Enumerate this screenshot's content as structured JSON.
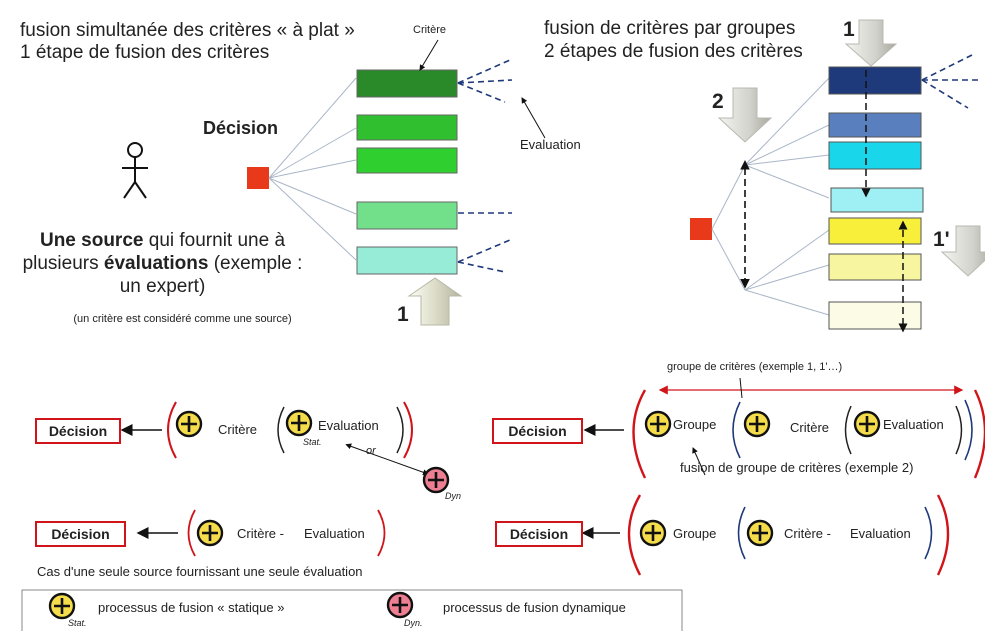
{
  "top_left": {
    "line1": "fusion simultanée des critères « à plat »",
    "line2": "1 étape de fusion des critères",
    "critere_label": "Critère",
    "decision_label": "Décision",
    "evaluation_label": "Evaluation",
    "source_text": {
      "part_bold1": "Une source",
      "part_rest1": " qui fournit une à",
      "part_rest2a": "plusieurs  ",
      "part_bold2": "évaluations",
      "part_rest2b": " (exemple :",
      "line3": "un expert)"
    },
    "note": "(un critère est considéré comme une source)",
    "arrow_number": "1"
  },
  "top_right": {
    "line1": "fusion de critères  par groupes",
    "line2": "2 étapes de fusion des critères",
    "arrow1": "1",
    "arrow2": "2",
    "arrow3": "1'"
  },
  "formulas": {
    "row1_left": {
      "decision": "Décision",
      "critere": "Critère",
      "evaluation": "Evaluation",
      "stat": "Stat.",
      "or": "or",
      "dyn": "Dyn"
    },
    "row1_right": {
      "decision": "Décision",
      "groupe": "Groupe",
      "critere": "Critère",
      "evaluation": "Evaluation",
      "top_note": "groupe de critères (exemple 1, 1'…)",
      "bottom_note": "fusion de groupe de critères (exemple 2)"
    },
    "row2_left": {
      "decision": "Décision",
      "critere": "Critère -",
      "evaluation": "Evaluation",
      "note": "Cas d'une seule source fournissant une seule évaluation"
    },
    "row2_right": {
      "decision": "Décision",
      "groupe": "Groupe",
      "critere": "Critère -",
      "evaluation": "Evaluation"
    }
  },
  "legend": {
    "static_label": "processus de fusion  « statique »",
    "static_sub": "Stat.",
    "dynamic_label": "processus de fusion dynamique",
    "dynamic_sub": "Dyn."
  },
  "colors": {
    "decision_red": "#e8391a",
    "green_dark": "#2a8a2a",
    "green_mid": "#2fbf2f",
    "green_light": "#55d64b",
    "green_pale": "#72e08a",
    "aqua_pale": "#96ecd6",
    "navy": "#1f3a7a",
    "blue_mid": "#5a7fbe",
    "cyan": "#19d6ea",
    "cyan_pale": "#9ff0f4",
    "yellow": "#f7ef3a",
    "yellow_pale": "#f8f5a0",
    "cream": "#fbfbe6",
    "plus_yellow": "#f4dc4a",
    "plus_pink": "#ee7f93",
    "bracket_red": "#d0141a"
  }
}
